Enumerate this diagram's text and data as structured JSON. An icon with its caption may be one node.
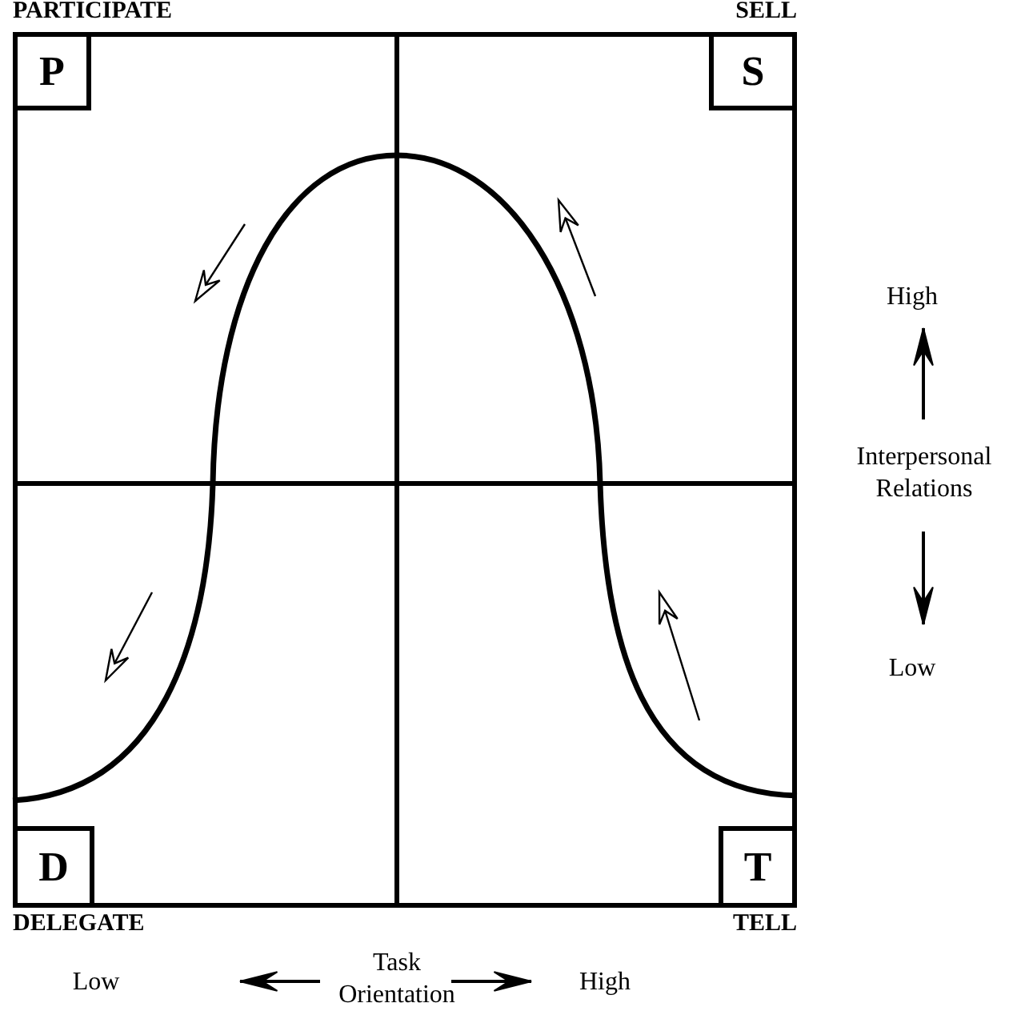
{
  "diagram": {
    "nodes": [
      {
        "text": [],
        "shape": "box"
      },
      {
        "text": [
          "P"
        ],
        "in": 0,
        "beside": [
          "PARTICIPATE"
        ]
      },
      {
        "text": [
          "S"
        ],
        "in": 0,
        "beside": [
          "SELL"
        ]
      },
      {
        "text": [
          "D"
        ],
        "in": 0,
        "beside": [
          "DELEGATE"
        ]
      },
      {
        "text": [
          "T"
        ],
        "in": 0,
        "beside": [
          "TELL"
        ]
      }
    ],
    "edges": [],
    "labels": [
      "High",
      "Interpersonal Relations",
      "Low",
      "Low",
      "Task Orientation",
      "High"
    ]
  }
}
